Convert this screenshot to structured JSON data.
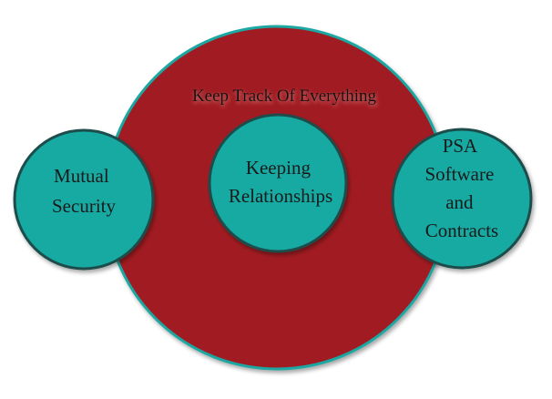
{
  "diagram": {
    "title": "Keep Track Of Everything",
    "center": {
      "lines": [
        "Keeping",
        "Relationships"
      ]
    },
    "left": {
      "lines": [
        "Mutual",
        "Security"
      ]
    },
    "right": {
      "lines": [
        "PSA",
        "Software",
        "and",
        "Contracts"
      ]
    }
  },
  "colors": {
    "big_fill": "#a11e22",
    "big_stroke": "#1aa7a2",
    "small_fill": "#12aaa3",
    "small_stroke": "#1f4e4c",
    "text": "#1a1a1a",
    "title_shadow": "#d98a8a"
  }
}
